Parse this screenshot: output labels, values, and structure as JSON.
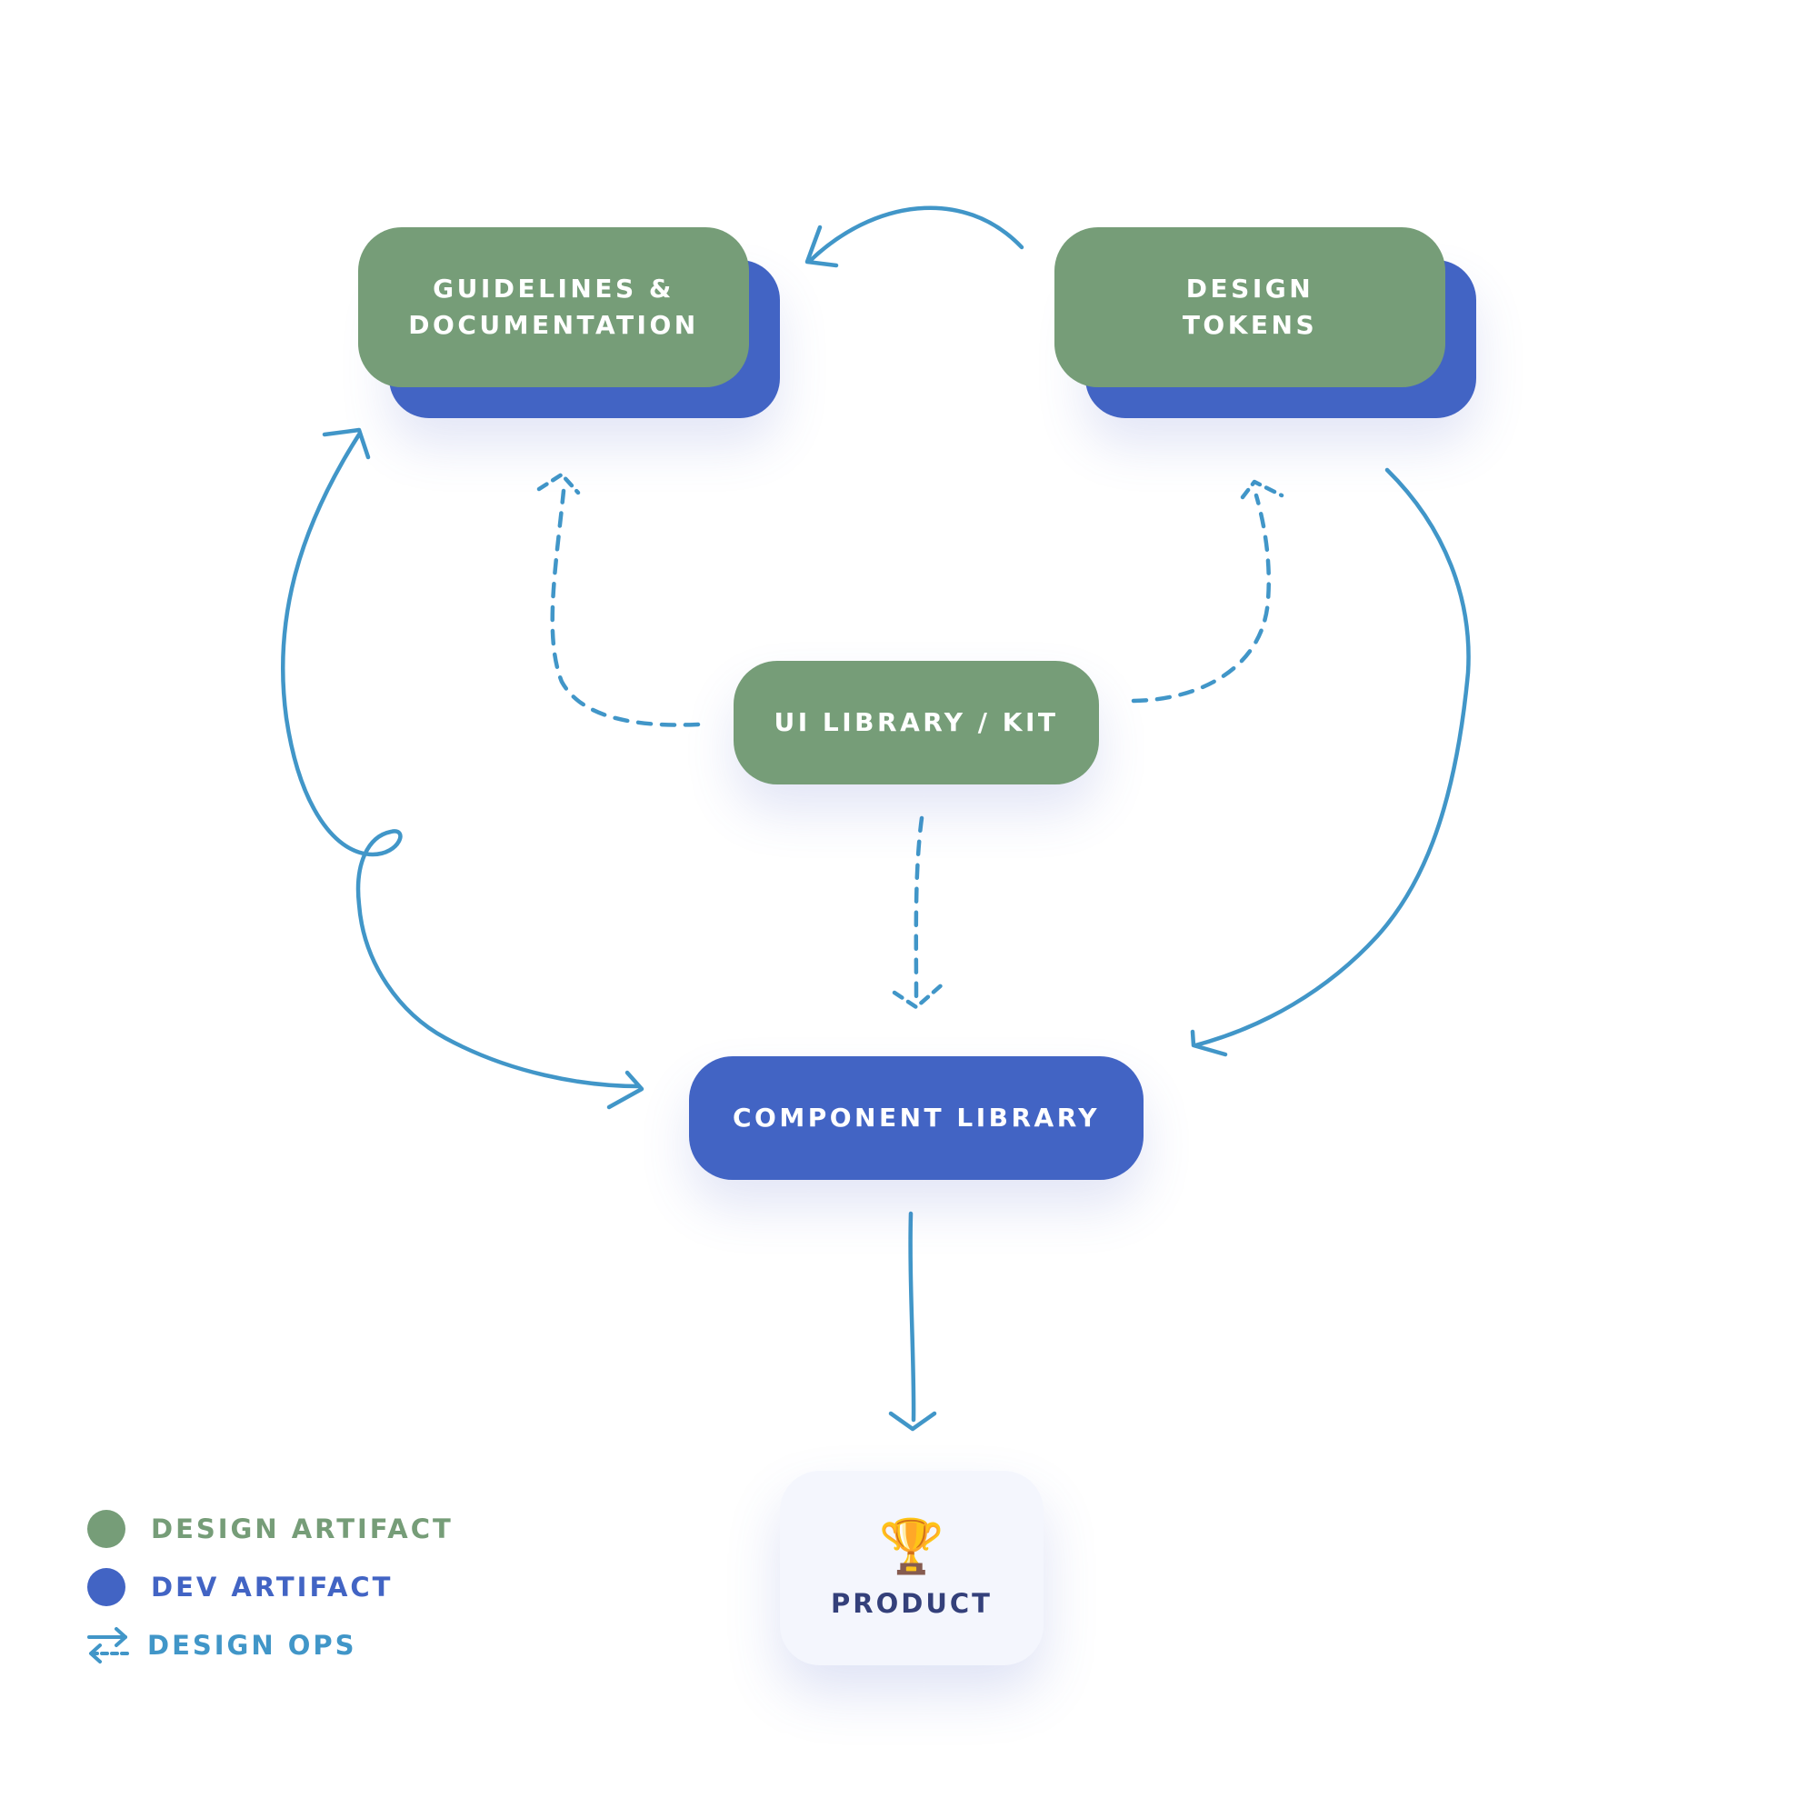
{
  "colors": {
    "design_artifact": "#769d78",
    "dev_artifact": "#4264c4",
    "design_ops": "#4196c8",
    "product_text": "#34407a",
    "product_bg": "#f4f6fd"
  },
  "nodes": {
    "guidelines": {
      "label": "GUIDELINES &\nDOCUMENTATION",
      "kind": "design artifact"
    },
    "tokens": {
      "label": "DESIGN\nTOKENS",
      "kind": "design artifact"
    },
    "ui_library": {
      "label": "UI LIBRARY / KIT",
      "kind": "design artifact"
    },
    "component_library": {
      "label": "COMPONENT LIBRARY",
      "kind": "dev artifact"
    },
    "product": {
      "label": "PRODUCT",
      "icon": "trophy-icon"
    }
  },
  "edges": [
    {
      "from": "tokens",
      "to": "guidelines",
      "style": "solid"
    },
    {
      "from": "ui_library",
      "to": "guidelines",
      "style": "dashed"
    },
    {
      "from": "ui_library",
      "to": "tokens",
      "style": "dashed"
    },
    {
      "from": "ui_library",
      "to": "component_library",
      "style": "dashed"
    },
    {
      "from": "tokens",
      "to": "component_library",
      "style": "solid"
    },
    {
      "from": "component_library",
      "to": "guidelines",
      "style": "solid",
      "bidirectional": true
    },
    {
      "from": "component_library",
      "to": "product",
      "style": "solid"
    }
  ],
  "legend": [
    {
      "label": "DESIGN ARTIFACT",
      "marker": "dot",
      "color": "#769d78"
    },
    {
      "label": "DEV ARTIFACT",
      "marker": "dot",
      "color": "#4264c4"
    },
    {
      "label": "DESIGN OPS",
      "marker": "arrows-icon",
      "color": "#4196c8"
    }
  ]
}
